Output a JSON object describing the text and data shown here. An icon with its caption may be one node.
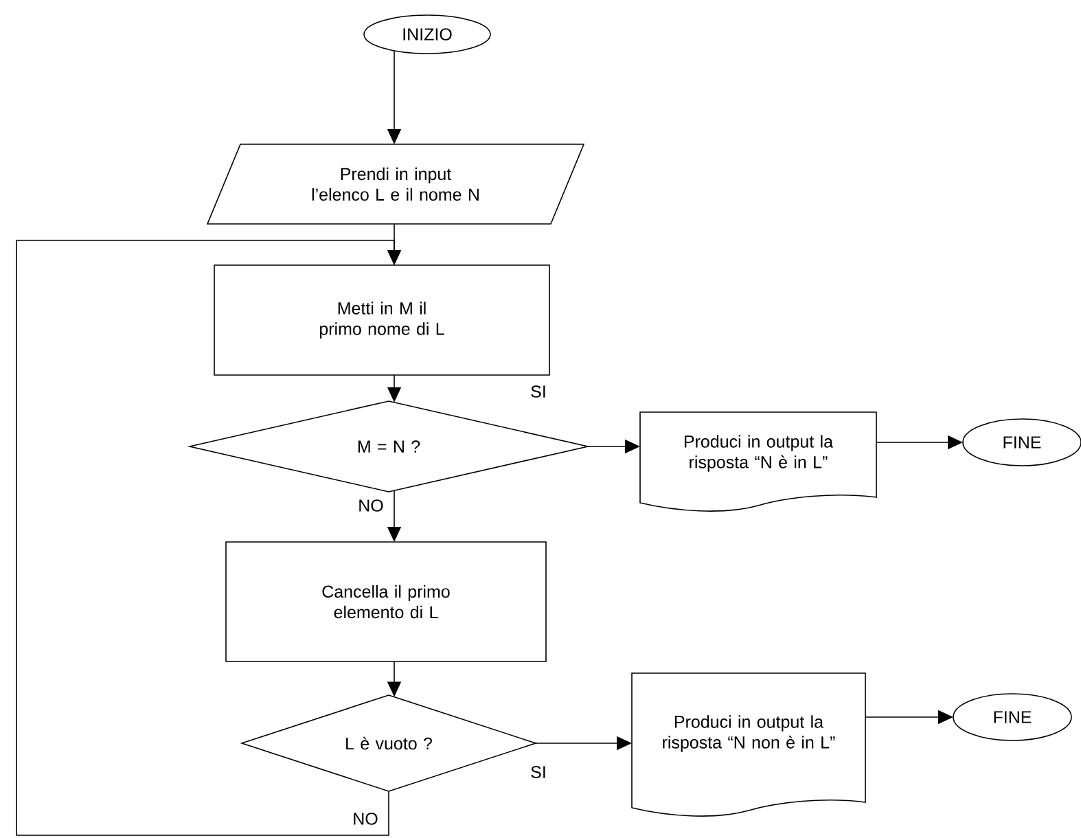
{
  "diagram": {
    "nodes": [
      {
        "text": [
          "INIZIO"
        ]
      },
      {
        "text": [
          "Prendi in input l’elenco L e il nome N"
        ]
      },
      {
        "text": [
          "Metti in M il primo nome di L"
        ]
      },
      {
        "text": [
          "M = N ?"
        ]
      },
      {
        "text": [
          "Produci in output la risposta “N è in L”"
        ]
      },
      {
        "text": [
          "FINE"
        ]
      },
      {
        "text": [
          "Cancella il primo elemento di L"
        ]
      },
      {
        "text": [
          "L è vuoto ?"
        ]
      },
      {
        "text": [
          "Produci in output la risposta “N non è in L”"
        ]
      },
      {
        "text": [
          "FINE"
        ]
      }
    ],
    "edges": [
      {
        "from": 0,
        "to": 1,
        "arrow": "to"
      },
      {
        "from": 1,
        "to": 2,
        "arrow": "to"
      },
      {
        "from": 2,
        "to": 3,
        "arrow": "to"
      },
      {
        "from": 3,
        "to": 4,
        "arrow": "to",
        "label": "SI"
      },
      {
        "from": 4,
        "to": 5,
        "arrow": "to"
      },
      {
        "from": 3,
        "to": 6,
        "arrow": "to",
        "label": "NO"
      },
      {
        "from": 6,
        "to": 7,
        "arrow": "to"
      },
      {
        "from": 7,
        "to": 8,
        "arrow": "to",
        "label": "SI"
      },
      {
        "from": 8,
        "to": 9,
        "arrow": "to"
      },
      {
        "from": 7,
        "to": 2,
        "arrow": "to",
        "label": "NO"
      }
    ]
  }
}
